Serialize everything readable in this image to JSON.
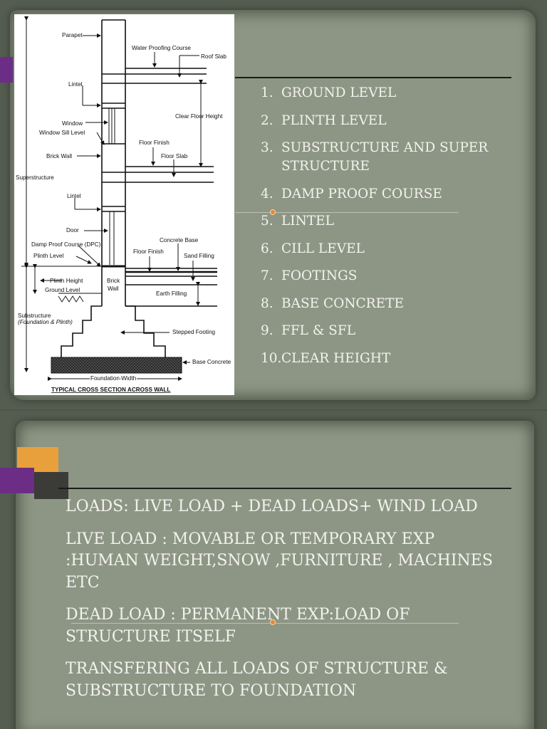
{
  "slide1": {
    "list": [
      {
        "num": "1.",
        "text": "GROUND LEVEL"
      },
      {
        "num": "2.",
        "text": "PLINTH LEVEL"
      },
      {
        "num": "3.",
        "text": "SUBSTRUCTURE AND SUPER STRUCTURE"
      },
      {
        "num": "4.",
        "text": "DAMP PROOF COURSE"
      },
      {
        "num": "5.",
        "text": "LINTEL"
      },
      {
        "num": "6.",
        "text": "CILL LEVEL"
      },
      {
        "num": "7.",
        "text": "FOOTINGS"
      },
      {
        "num": "8.",
        "text": "BASE CONCRETE"
      },
      {
        "num": "9.",
        "text": "FFL & SFL"
      },
      {
        "num": "10.",
        "text": "CLEAR HEIGHT"
      }
    ],
    "figure": {
      "caption": "TYPICAL CROSS SECTION ACROSS WALL",
      "labels": {
        "parapet": "Parapet",
        "water_proofing": "Water Proofing Course",
        "roof_slab": "Roof Slab",
        "lintel_top": "Lintel",
        "clear_floor_height": "Clear Floor Height",
        "window": "Window",
        "window_sill": "Window Sill Level",
        "floor_finish_top": "Floor Finish",
        "brick_wall_left": "Brick Wall",
        "floor_slab": "Floor Slab",
        "superstructure": "Superstructure",
        "lintel_mid": "Lintel",
        "door": "Door",
        "concrete_base": "Concrete Base",
        "dpc": "Damp Proof Course (DPC)",
        "floor_finish_mid": "Floor Finish",
        "sand_filling": "Sand Filling",
        "plinth_level": "Plinth Level",
        "plinth_height": "Plinth Height",
        "brick_wall_inner_1": "Brick",
        "brick_wall_inner_2": "Wall",
        "ground_level": "Ground Level",
        "earth_filling": "Earth Filling",
        "substructure": "Substructure",
        "substructure_note": "(Foundation & Plinth)",
        "stepped_footing": "Stepped Footing",
        "base_concrete": "Base Concrete",
        "foundation_width": "Foundation Width"
      }
    }
  },
  "slide2": {
    "bullets": [
      "LOADS: LIVE LOAD + DEAD LOADS+ WIND LOAD",
      "LIVE LOAD : MOVABLE OR TEMPORARY EXP :HUMAN WEIGHT,SNOW ,FURNITURE , MACHINES ETC",
      "DEAD LOAD : PERMANENT EXP:LOAD OF STRUCTURE ITSELF",
      "TRANSFERING ALL LOADS OF STRUCTURE & SUBSTRUCTURE TO FOUNDATION"
    ]
  },
  "colors": {
    "background": "#555d51",
    "paper": "#8d9684",
    "text": "#f2f2ee",
    "accent_orange": "#e8a03c",
    "accent_purple": "#6b2d86",
    "accent_dark": "#3b3b37",
    "rule": "#1b1b1b",
    "dot": "#e08a3a"
  }
}
